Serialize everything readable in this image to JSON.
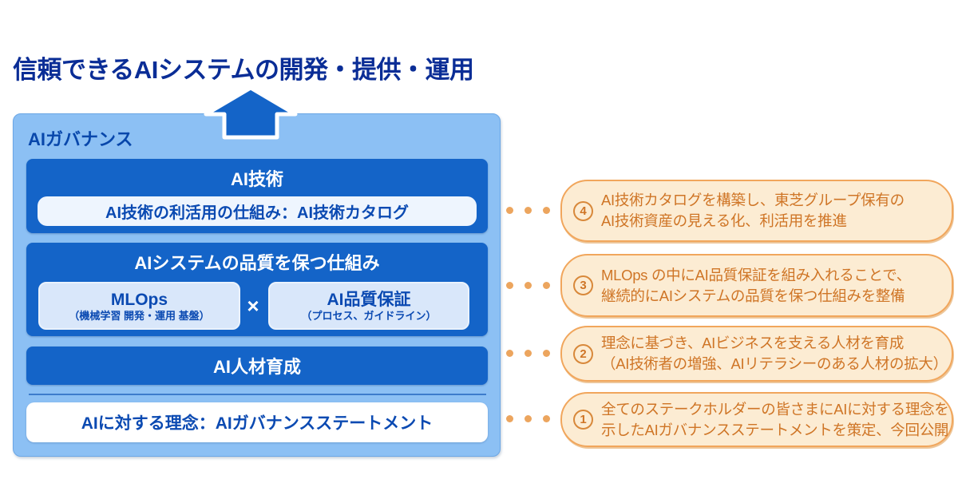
{
  "title": "信頼できるAIシステムの開発・提供・運用",
  "governance": {
    "label": "AIガバナンス",
    "tech": {
      "heading": "AI技術",
      "catalog": "AI技術の利活用の仕組み：AI技術カタログ"
    },
    "quality": {
      "heading": "AIシステムの品質を保つ仕組み",
      "mlops_title": "MLOps",
      "mlops_sub": "（機械学習 開発・運用 基盤）",
      "operator": "×",
      "qa_title": "AI品質保証",
      "qa_sub": "（プロセス、ガイドライン）"
    },
    "talent": "AI人材育成",
    "statement": "AIに対する理念：AIガバナンスステートメント"
  },
  "callouts": [
    {
      "num": "4",
      "line1": "AI技術カタログを構築し、東芝グループ保有の",
      "line2": "AI技術資産の見える化、利活用を推進"
    },
    {
      "num": "3",
      "line1": "MLOps の中にAI品質保証を組み入れることで、",
      "line2": "継続的にAIシステムの品質を保つ仕組みを整備"
    },
    {
      "num": "2",
      "line1": "理念に基づき、AIビジネスを支える人材を育成",
      "line2": "（AI技術者の増強、AIリテラシーのある人材の拡大）"
    },
    {
      "num": "1",
      "line1": "全てのステークホルダーの皆さまにAIに対する理念を",
      "line2": "示したAIガバナンスステートメントを策定、今回公開"
    }
  ],
  "colors": {
    "primary_blue": "#1464c8",
    "panel_light_blue": "#8cc0f4",
    "pale_blue_box": "#d9e7fa",
    "navy_title_text": "#0a2d96",
    "blue_text": "#0b4ab2",
    "orange_text": "#cf7526",
    "orange_border": "#f1a65c",
    "peach_fill": "#fcecd3"
  }
}
